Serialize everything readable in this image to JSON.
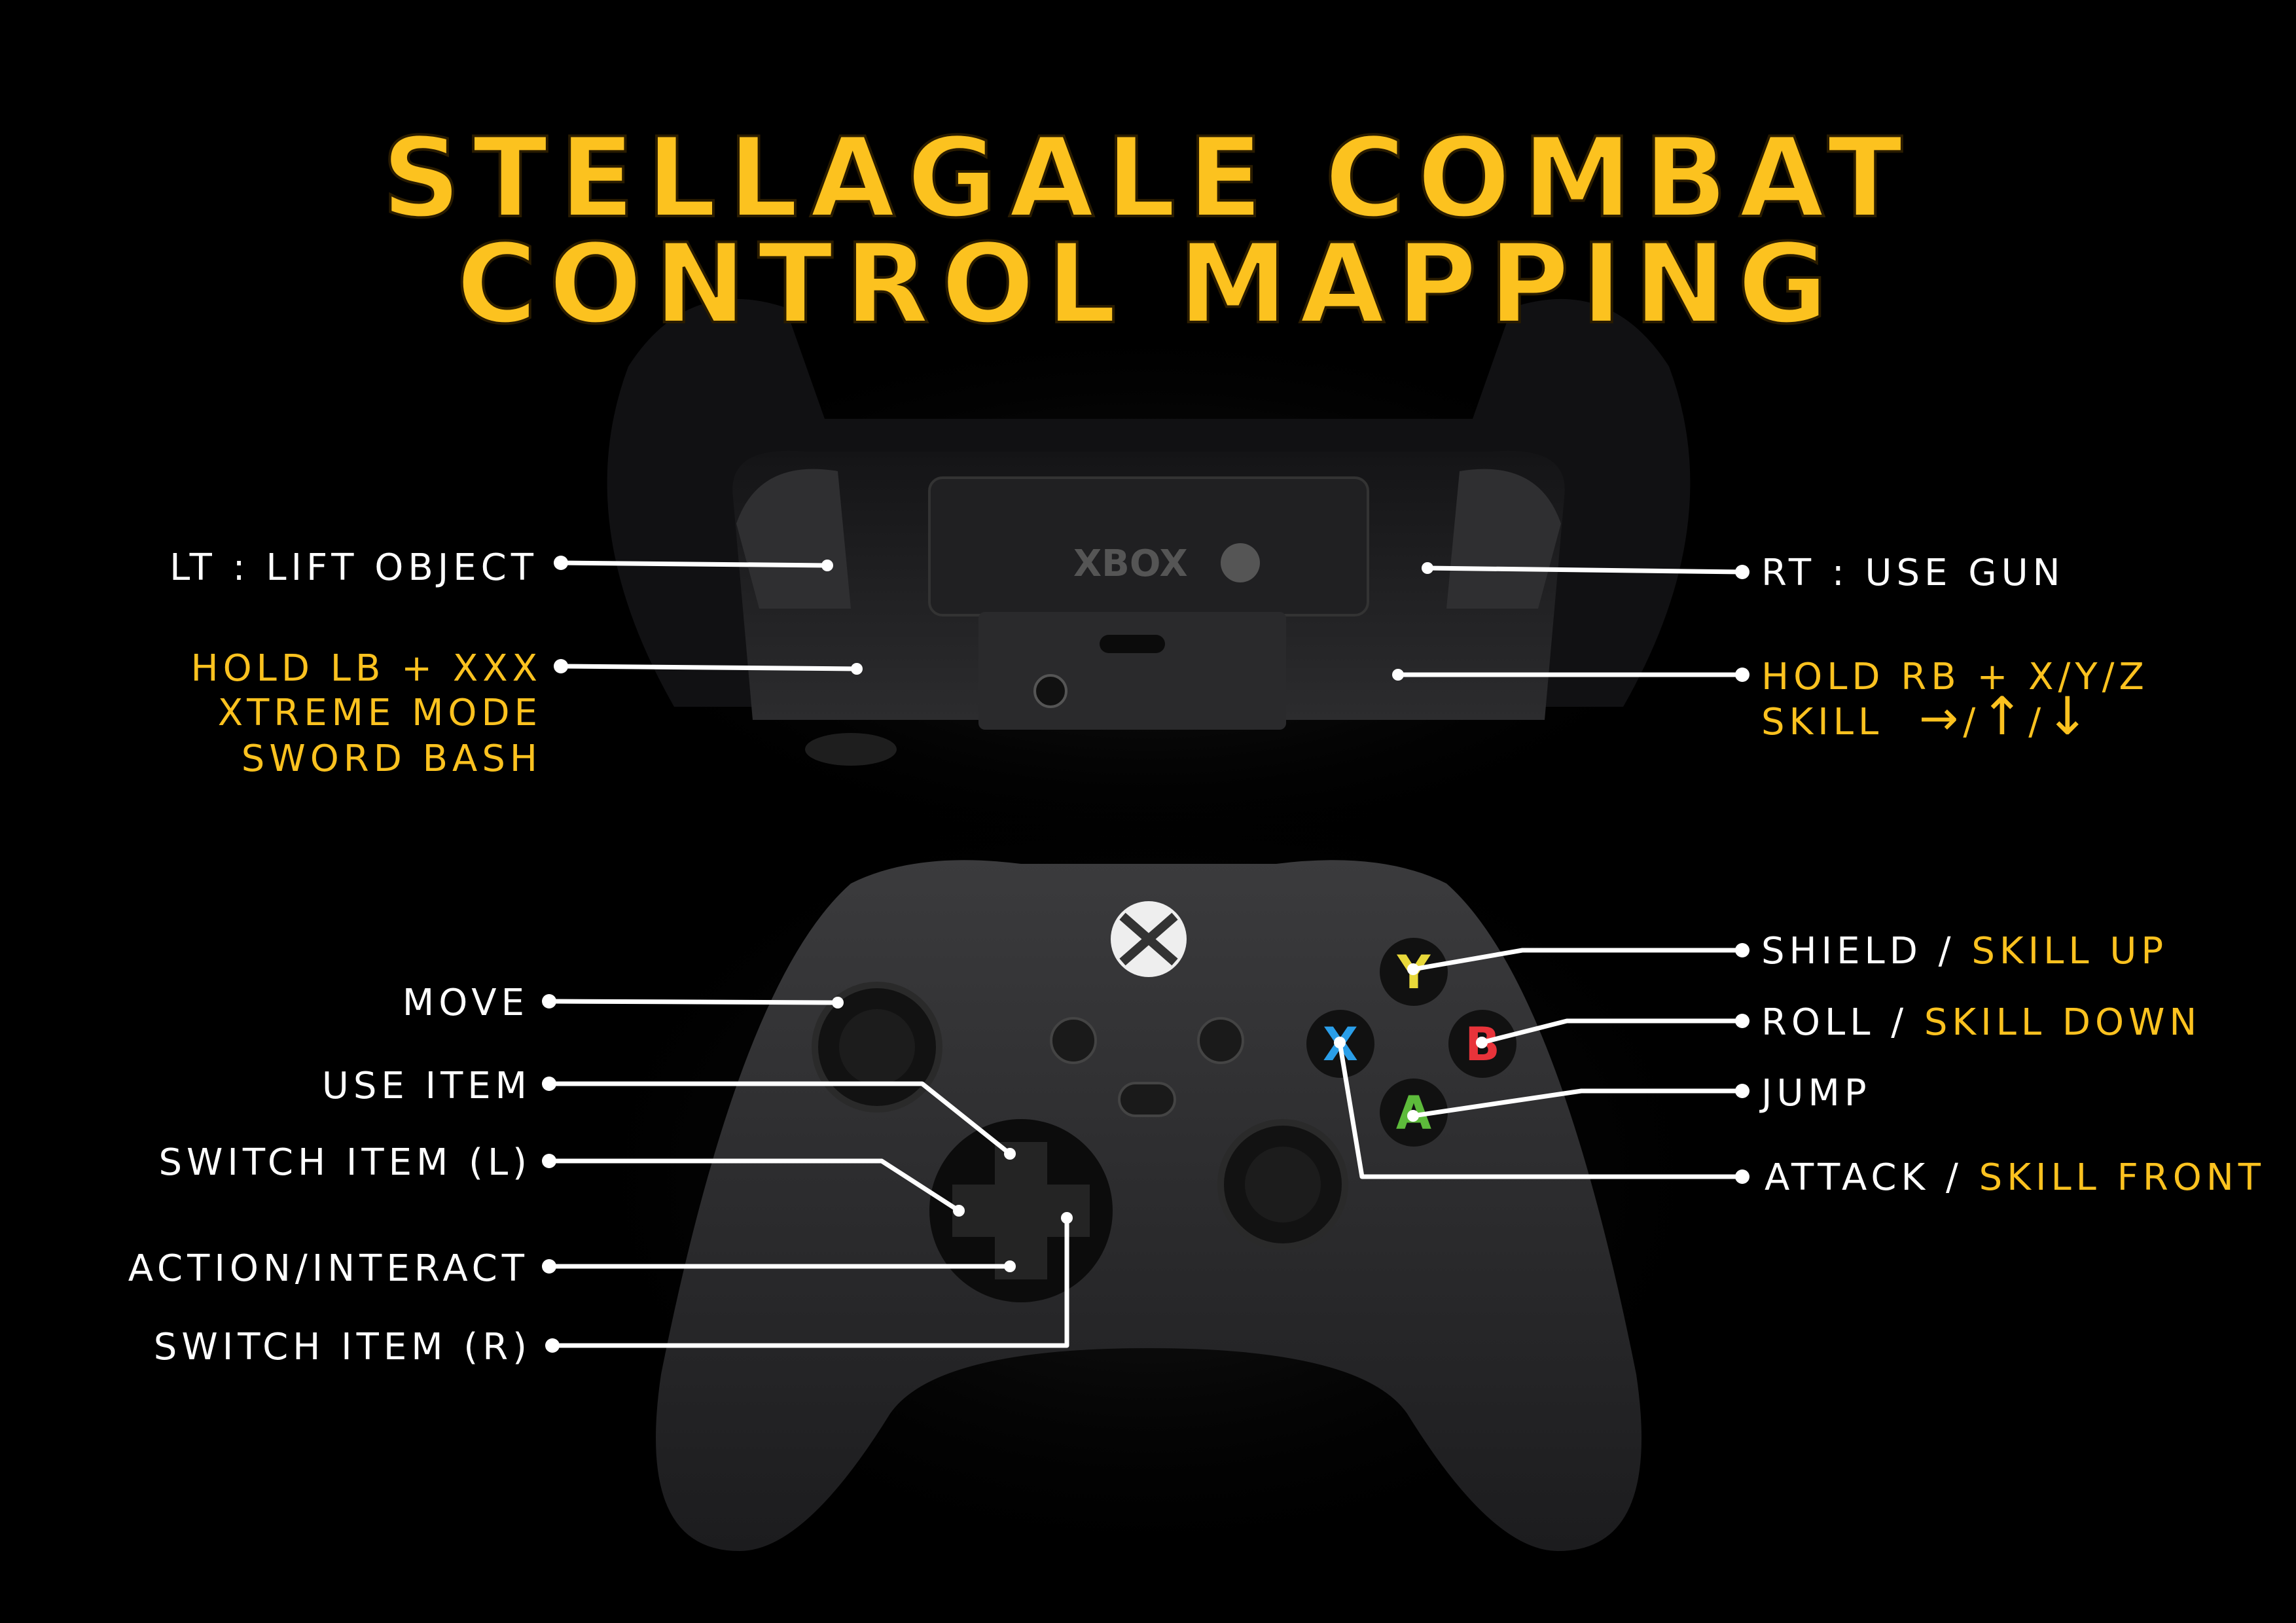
{
  "title": {
    "line1": "STELLAGALE COMBAT",
    "line2": "CONTROL MAPPING"
  },
  "colors": {
    "accent": "#fcc21f",
    "label": "#ffffff",
    "background": "#000000"
  },
  "controller_top": {
    "brand_text": "XBOX"
  },
  "left_labels": {
    "lt": "LT : LIFT OBJECT",
    "lb_line1": "HOLD LB + XXX",
    "lb_line2": "XTREME MODE",
    "lb_line3": "SWORD BASH",
    "move": "MOVE",
    "use_item": "USE ITEM",
    "switch_l": "SWITCH ITEM (L)",
    "action": "ACTION/INTERACT",
    "switch_r": "SWITCH ITEM (R)"
  },
  "right_labels": {
    "rt": "RT : USE GUN",
    "rb_line1": "HOLD RB + X/Y/Z",
    "rb_line2": "SKILL",
    "rb_arrows": [
      "→",
      "/",
      "↑",
      "/",
      "↓"
    ],
    "shield": "SHIELD",
    "skill_up": "SKILL UP",
    "roll": "ROLL",
    "skill_down": "SKILL DOWN",
    "jump": "JUMP",
    "attack": "ATTACK",
    "skill_front": "SKILL FRONT",
    "separator": " / "
  },
  "face_buttons": {
    "y": "Y",
    "b": "B",
    "a": "A",
    "x": "X"
  },
  "face_colors": {
    "y": "#e8d83a",
    "b": "#e8333a",
    "a": "#5dbb3b",
    "x": "#2a9ee8"
  }
}
